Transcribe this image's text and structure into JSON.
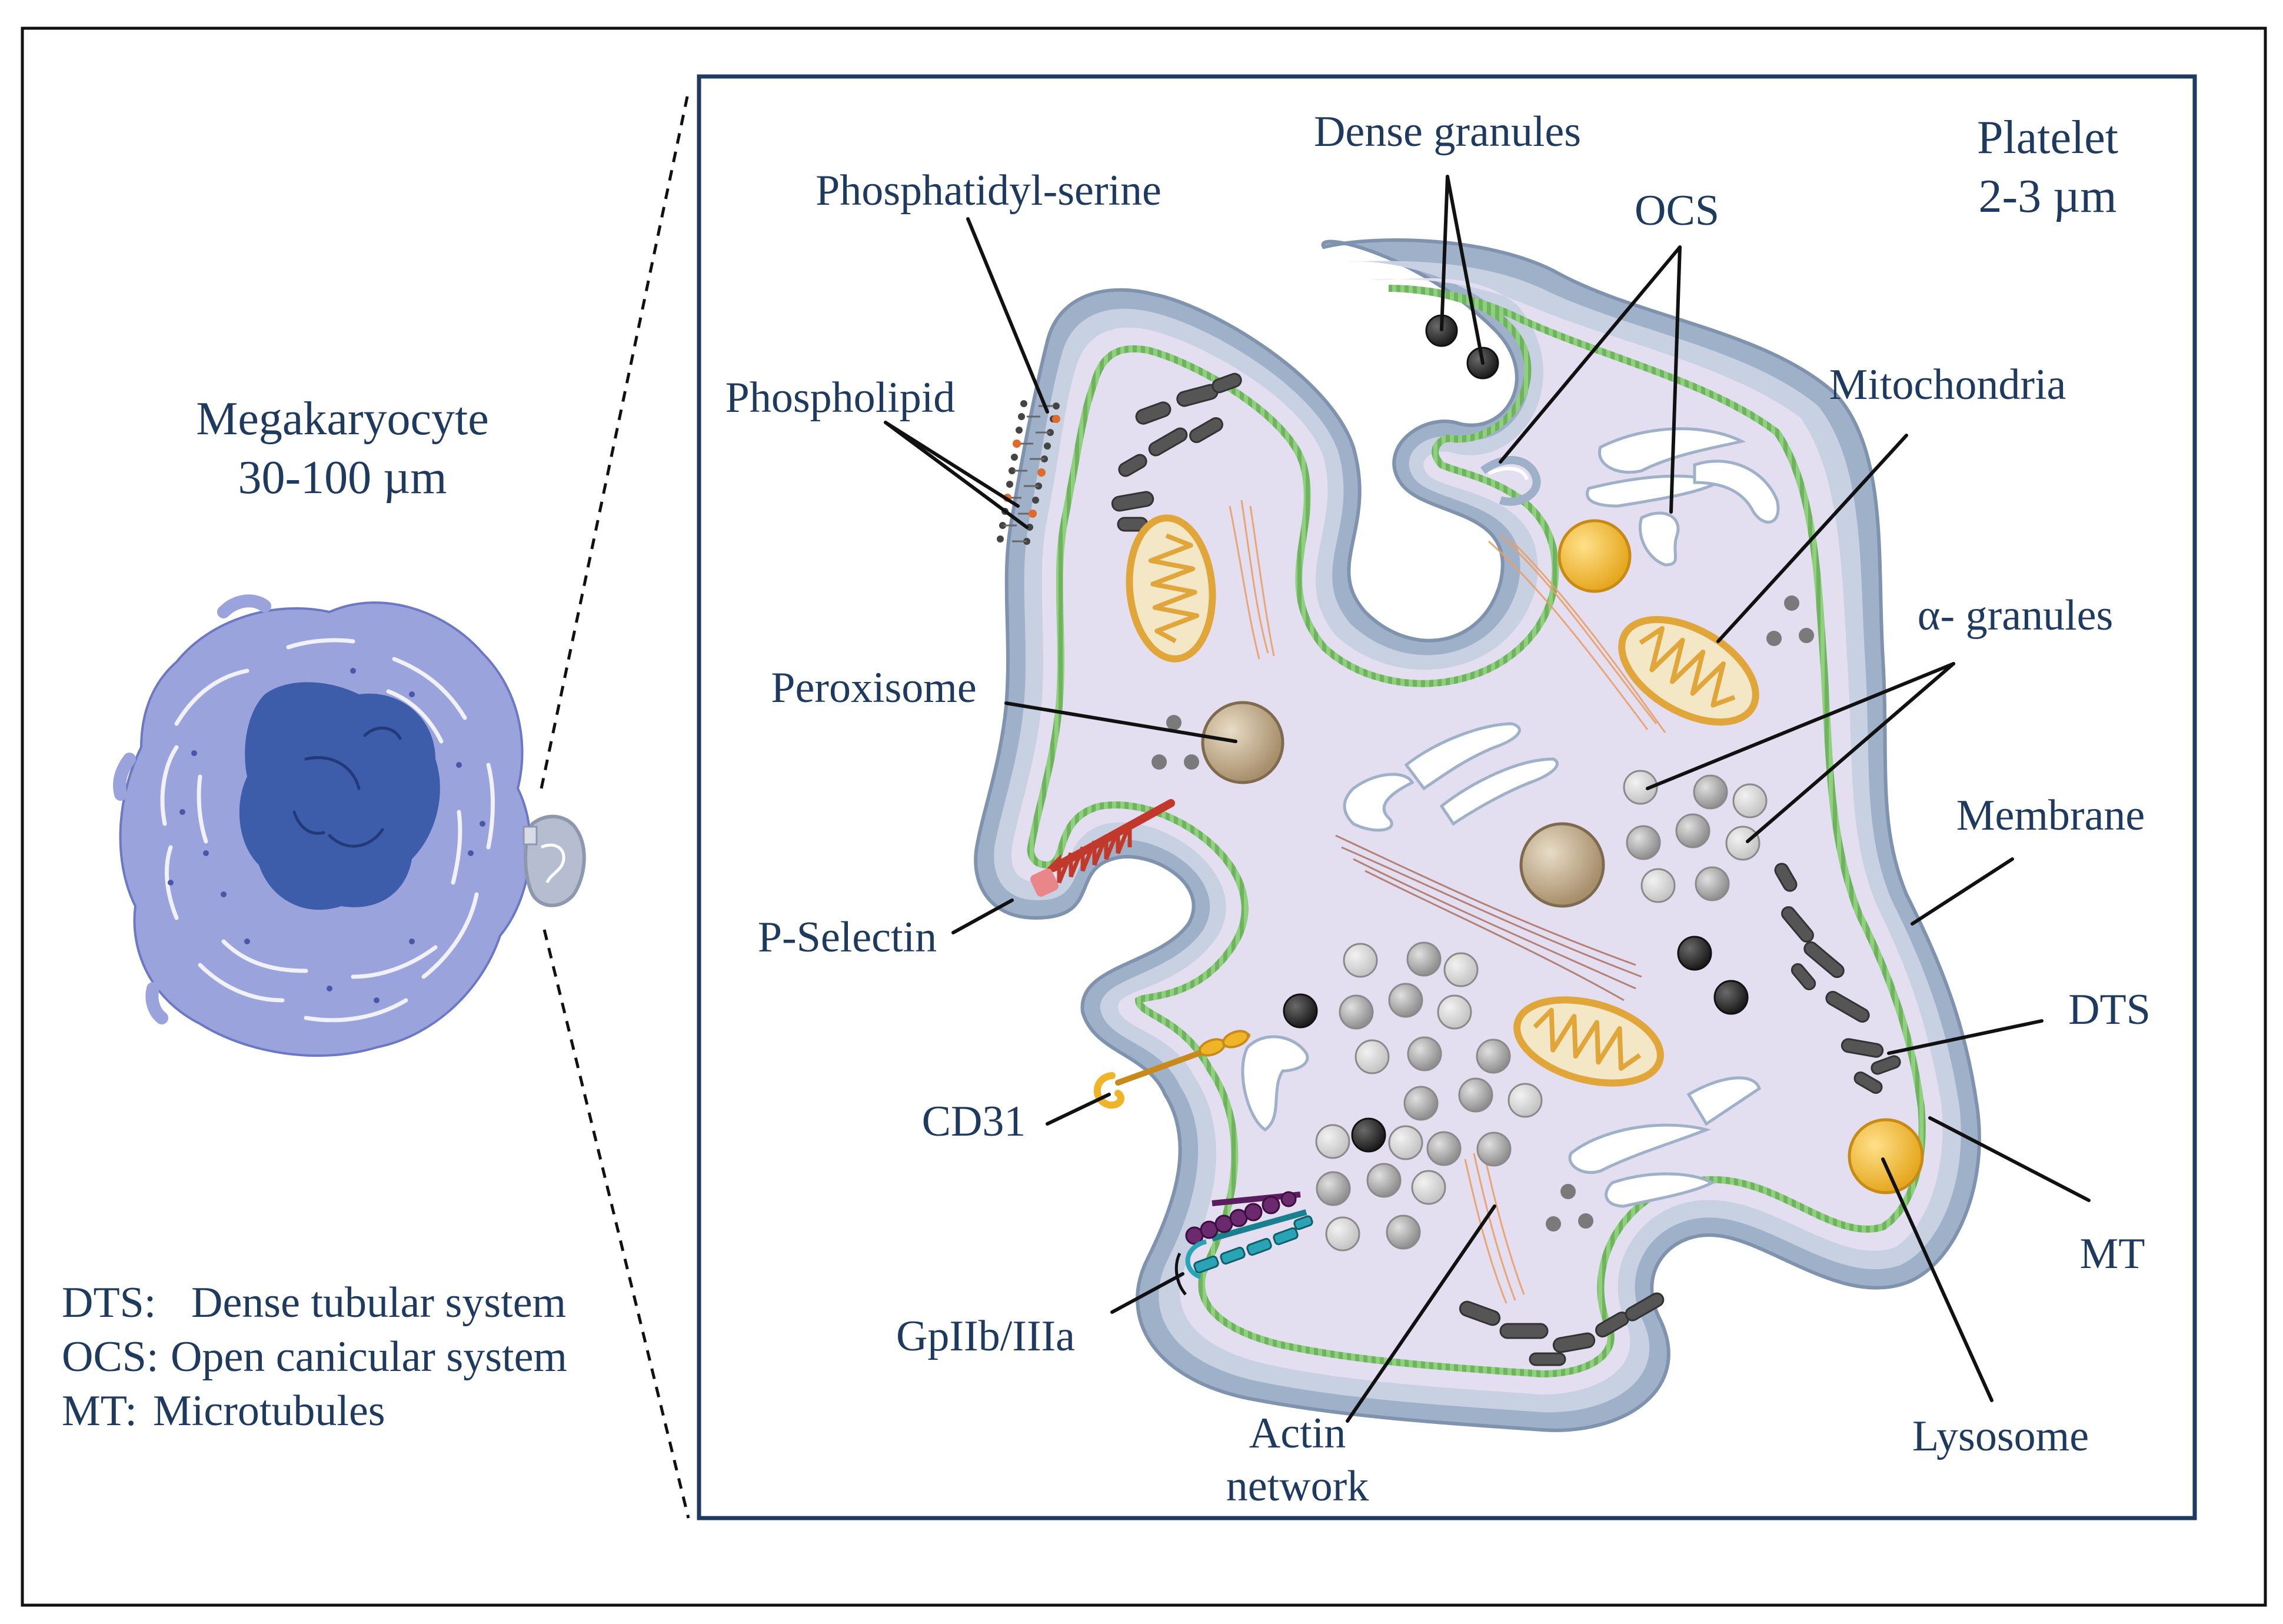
{
  "megakaryocyte": {
    "name": "Megakaryocyte",
    "size": "30-100 µm"
  },
  "platelet": {
    "name": "Platelet",
    "size": "2-3 µm"
  },
  "labels": {
    "dense_granules": "Dense granules",
    "ocs": "OCS",
    "phosphatidyl_serine": "Phosphatidyl-serine",
    "phospholipid": "Phospholipid",
    "mitochondria": "Mitochondria",
    "alpha_granules": "α- granules",
    "peroxisome": "Peroxisome",
    "membrane": "Membrane",
    "p_selectin": "P-Selectin",
    "dts": "DTS",
    "cd31": "CD31",
    "mt": "MT",
    "gpiib_iiia": "GpIIb/IIIa",
    "actin_line1": "Actin",
    "actin_line2": "network",
    "lysosome": "Lysosome"
  },
  "legend": [
    {
      "abbr": "DTS:",
      "text": "Dense tubular system"
    },
    {
      "abbr": "OCS:",
      "text": "Open canicular system"
    },
    {
      "abbr": "MT:",
      "text": "Microtubules"
    }
  ],
  "colors": {
    "frame": "#1f3a5f",
    "cytoplasm": "#e3dff0",
    "membrane_outer": "#9fb0c9",
    "microtubule_ring": "#6fb35f",
    "mitochondria": "#e0a63a",
    "lysosome": "#f2c14e",
    "dense_granule": "#2e2e2e",
    "alpha_granule": "#a8a8a8",
    "megakaryocyte": "#9aa3dc",
    "nucleus": "#3d5dab"
  }
}
